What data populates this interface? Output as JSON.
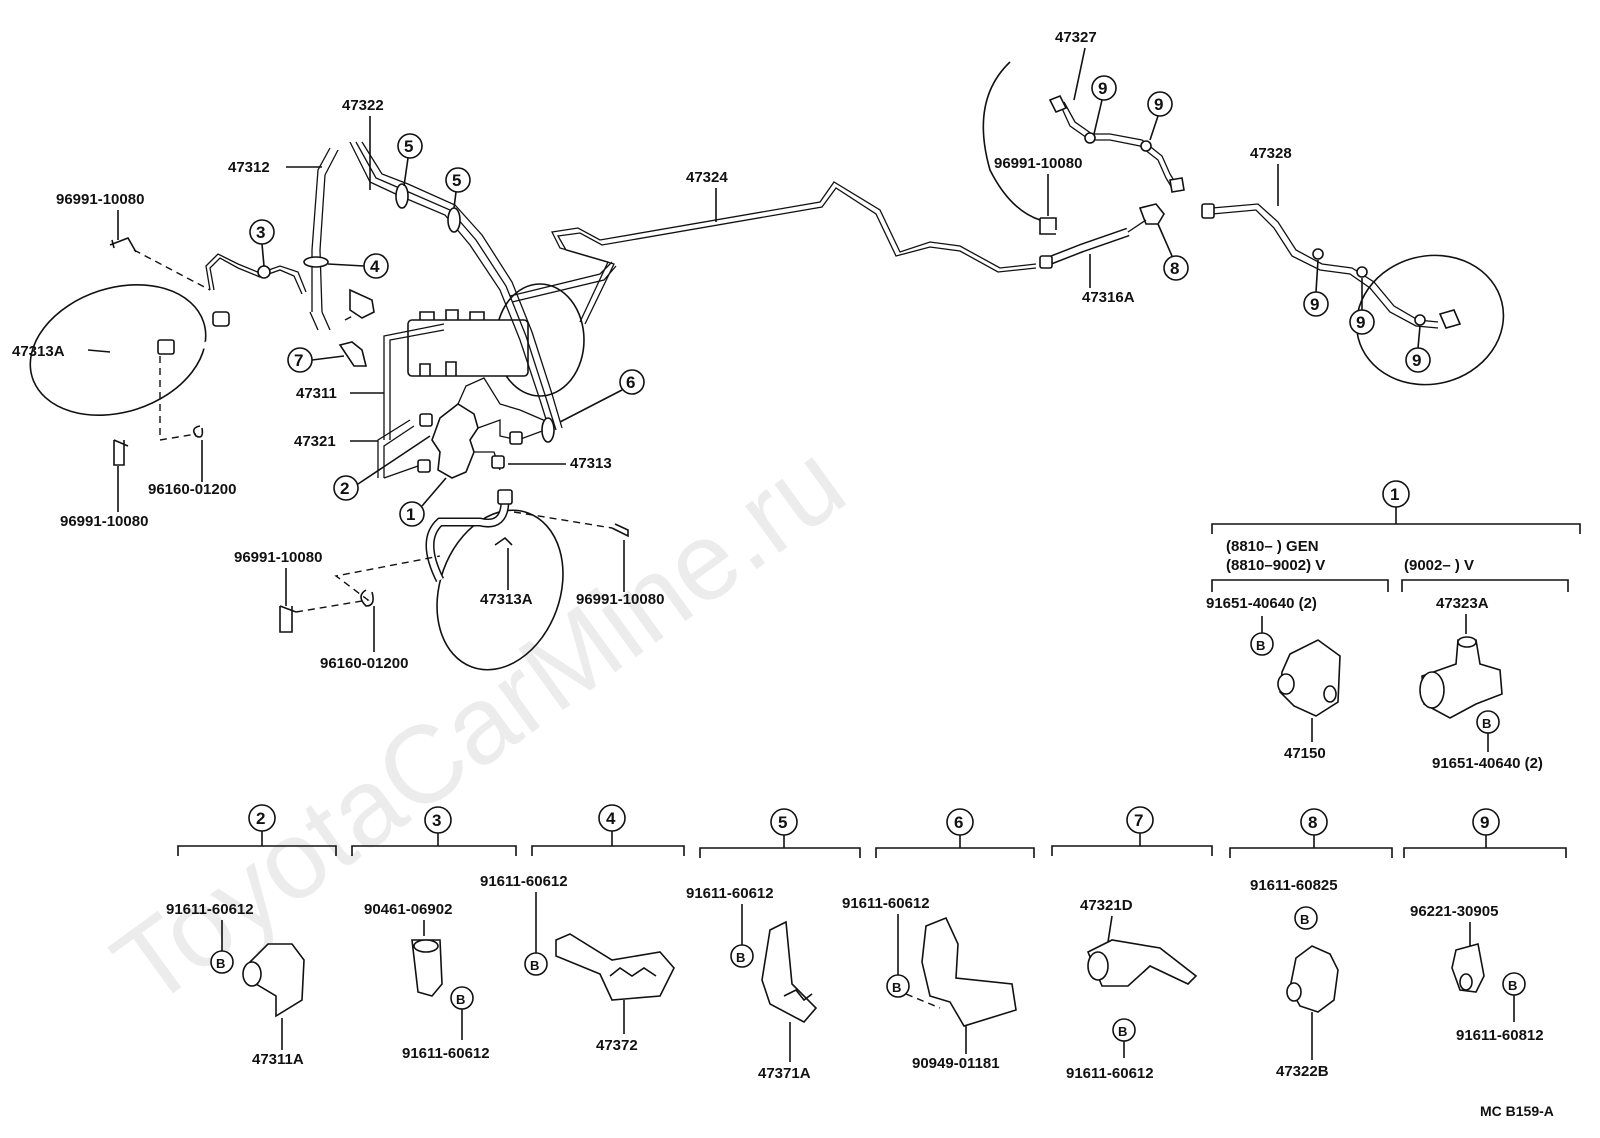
{
  "watermark": "ToyotaCarMine.ru",
  "diagram_code": "MC B159-A",
  "labels": {
    "p47327": "47327",
    "p47322": "47322",
    "p47312": "47312",
    "p47324": "47324",
    "p47328": "47328",
    "p96991_a": "96991-10080",
    "p96991_b": "96991-10080",
    "p96991_c": "96991-10080",
    "p96991_d": "96991-10080",
    "p96991_e": "96991-10080",
    "p47313A_left": "47313A",
    "p47313A_bottom": "47313A",
    "p47311": "47311",
    "p47321": "47321",
    "p47313": "47313",
    "p96160_a": "96160-01200",
    "p96160_b": "96160-01200",
    "p47316A": "47316A",
    "gen_line": "(8810–        ) GEN",
    "v_line1": "(8810–9002)  V",
    "v_line2": "(9002–          ) V",
    "p91651_a": "91651-40640 (2)",
    "p91651_b": "91651-40640 (2)",
    "p47323A": "47323A",
    "p47150": "47150",
    "d2_bolt": "91611-60612",
    "d2_part": "47311A",
    "d3_clip": "90461-06902",
    "d3_bolt": "91611-60612",
    "d4_bolt": "91611-60612",
    "d4_part": "47372",
    "d5_bolt": "91611-60612",
    "d5_part": "47371A",
    "d6_bolt": "91611-60612",
    "d6_part": "90949-01181",
    "d7_part": "47321D",
    "d7_bolt": "91611-60612",
    "d8_bolt": "91611-60825",
    "d8_part": "47322B",
    "d9_clip": "96221-30905",
    "d9_bolt": "91611-60812"
  },
  "refs": {
    "r1": "1",
    "r2": "2",
    "r3": "3",
    "r4": "4",
    "r5": "5",
    "r6": "6",
    "r7": "7",
    "r8": "8",
    "r9": "9",
    "b": "B"
  }
}
